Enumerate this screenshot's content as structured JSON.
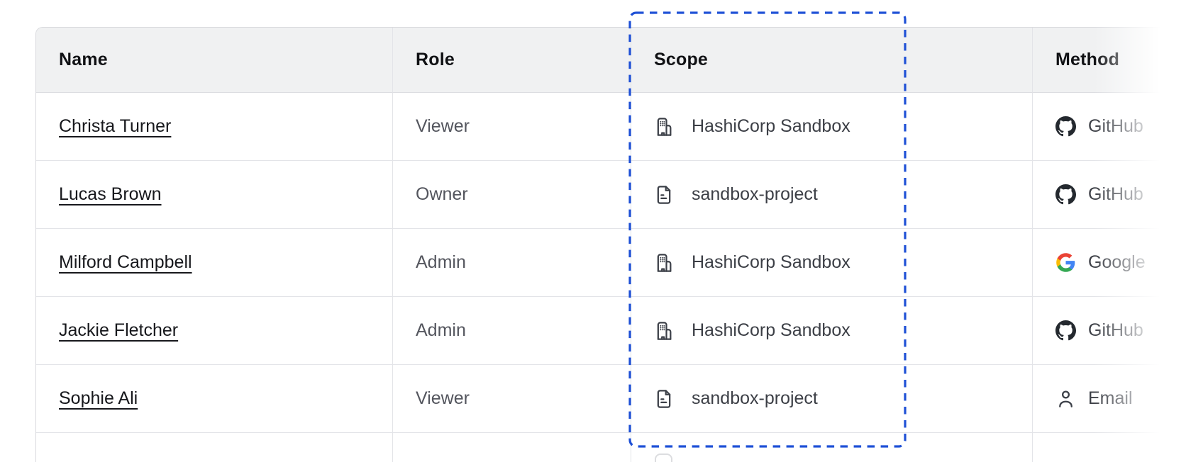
{
  "table": {
    "columns": [
      {
        "label": "Name"
      },
      {
        "label": "Role"
      },
      {
        "label": "Scope"
      },
      {
        "label": "Method"
      }
    ],
    "rows": [
      {
        "name": "Christa Turner",
        "role": "Viewer",
        "scope": "HashiCorp Sandbox",
        "scope_icon": "building-icon",
        "method": "GitHub",
        "method_icon": "github-icon"
      },
      {
        "name": "Lucas Brown",
        "role": "Owner",
        "scope": "sandbox-project",
        "scope_icon": "file-text-icon",
        "method": "GitHub",
        "method_icon": "github-icon"
      },
      {
        "name": "Milford Campbell",
        "role": "Admin",
        "scope": "HashiCorp Sandbox",
        "scope_icon": "building-icon",
        "method": "Google",
        "method_icon": "google-icon"
      },
      {
        "name": "Jackie Fletcher",
        "role": "Admin",
        "scope": "HashiCorp Sandbox",
        "scope_icon": "building-icon",
        "method": "GitHub",
        "method_icon": "github-icon"
      },
      {
        "name": "Sophie Ali",
        "role": "Viewer",
        "scope": "sandbox-project",
        "scope_icon": "file-text-icon",
        "method": "Email",
        "method_icon": "person-icon"
      }
    ]
  },
  "annotation": {
    "type": "dashed-selection-box",
    "target": "Scope column",
    "color": "#1e50d6"
  },
  "colors": {
    "selection_blue": "#1e50d6",
    "header_bg": "#f0f1f2",
    "border": "#e3e4e8",
    "github_black": "#24292f",
    "google_blue": "#4285F4",
    "google_green": "#34A853",
    "google_yellow": "#FBBC05",
    "google_red": "#EA4335"
  }
}
